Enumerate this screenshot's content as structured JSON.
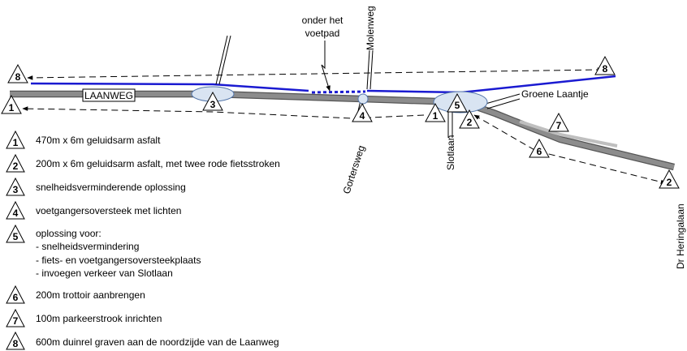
{
  "road_labels": {
    "laanweg": "LAANWEG",
    "onder_line1": "onder het",
    "onder_line2": "voetpad",
    "molenweg": "Molenweg",
    "gortersweg": "Gortersweg",
    "slotlaan": "Slotlaan",
    "groene_laantje": "Groene Laantje",
    "dr_heringalaan": "Dr Heringalaan"
  },
  "markers": {
    "m8_left": "8",
    "m1_left": "1",
    "m3": "3",
    "m4": "4",
    "m1_mid": "1",
    "m5": "5",
    "m2_mid": "2",
    "m8_right": "8",
    "m7": "7",
    "m6": "6",
    "m2_right": "2"
  },
  "legend": [
    {
      "num": "1",
      "lines": [
        "470m x 6m geluidsarm asfalt"
      ]
    },
    {
      "num": "2",
      "lines": [
        "200m x 6m geluidsarm asfalt, met twee rode fietsstroken"
      ]
    },
    {
      "num": "3",
      "lines": [
        "snelheidsverminderende oplossing"
      ]
    },
    {
      "num": "4",
      "lines": [
        "voetgangersoversteek met lichten"
      ]
    },
    {
      "num": "5",
      "lines": [
        "oplossing voor:",
        "- snelheidsvermindering",
        "- fiets- en voetgangersoversteekplaats",
        "- invoegen verkeer van Slotlaan"
      ]
    },
    {
      "num": "6",
      "lines": [
        "200m trottoir aanbrengen"
      ]
    },
    {
      "num": "7",
      "lines": [
        "100m parkeerstrook inrichten"
      ]
    },
    {
      "num": "8",
      "lines": [
        "600m duinrel graven aan de noordzijde van de Laanweg"
      ]
    }
  ],
  "colors": {
    "road": "#8c8c8c",
    "duinrel": "#1a1ad1",
    "ellipse": "#d9e4f2"
  }
}
